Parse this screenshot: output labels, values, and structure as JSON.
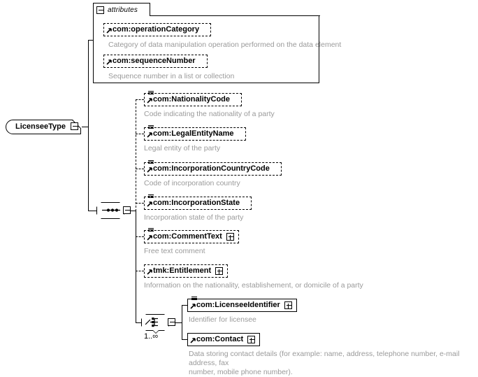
{
  "diagram": {
    "title": "LicenseeType XSD schema diagram",
    "root": {
      "name": "LicenseeType",
      "toggle": "minus-box"
    },
    "attributes_panel": {
      "label": "attributes",
      "toggle": "minus-box",
      "items": [
        {
          "name": "com:operationCategory",
          "description": "Category of data manipulation operation performed on the data element",
          "border": "dashed",
          "icon": "attribute-arrow-icon",
          "expander": null
        },
        {
          "name": "com:sequenceNumber",
          "description": "Sequence number in a list or collection",
          "border": "dashed",
          "icon": "attribute-arrow-icon",
          "expander": null
        }
      ]
    },
    "sequence_compositor": {
      "type": "sequence",
      "glyph": "sequence-dots-icon",
      "toggle": "minus-box",
      "occurrence": ""
    },
    "sequence_children": [
      {
        "name": "com:NationalityCode",
        "description": "Code indicating the nationality of a party",
        "border": "dashed",
        "icon": "element-list-arrow-icon",
        "expander": null
      },
      {
        "name": "com:LegalEntityName",
        "description": "Legal entity of the party",
        "border": "dashed",
        "icon": "element-list-arrow-icon",
        "expander": null
      },
      {
        "name": "com:IncorporationCountryCode",
        "description": "Code of incorporation country",
        "border": "dashed",
        "icon": "element-list-arrow-icon",
        "expander": null
      },
      {
        "name": "com:IncorporationState",
        "description": "Incorporation state of the party",
        "border": "dashed",
        "icon": "element-list-arrow-icon",
        "expander": null
      },
      {
        "name": "com:CommentText",
        "description": "Free text comment",
        "border": "dashed",
        "icon": "element-list-arrow-icon",
        "expander": "plus-box"
      },
      {
        "name": "tmk:Entitlement",
        "description": "Information on the nationality, establishement, or domicile of a party",
        "border": "dashed",
        "icon": "element-arrow-icon",
        "expander": "plus-box"
      }
    ],
    "choice_compositor": {
      "type": "choice",
      "glyph": "choice-branch-icon",
      "toggle": "minus-box",
      "occurrence": "1..∞"
    },
    "choice_children": [
      {
        "name": "com:LicenseeIdentifier",
        "description": "Identifier for licensee",
        "border": "solid",
        "icon": "element-list-arrow-icon",
        "expander": "plus-box"
      },
      {
        "name": "com:Contact",
        "description": "Data storing contact details (for example: name, address, telephone number, e-mail address, fax\nnumber, mobile phone number).",
        "border": "solid",
        "icon": "element-arrow-icon",
        "expander": "plus-box"
      }
    ],
    "colors": {
      "line": "#000000",
      "shadow": "#bdbdbd",
      "description_text": "#9a9a9a",
      "background": "#ffffff"
    }
  }
}
